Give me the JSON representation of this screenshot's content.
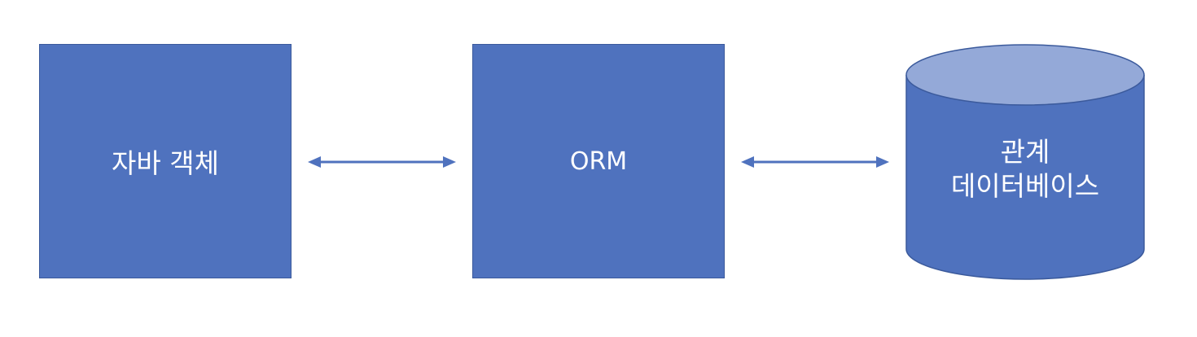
{
  "nodes": {
    "java_object": {
      "label": "자바 객체"
    },
    "orm": {
      "label": "ORM"
    },
    "database": {
      "line1": "관계",
      "line2": "데이터베이스"
    }
  },
  "edges": [
    {
      "from": "java_object",
      "to": "orm",
      "direction": "both"
    },
    {
      "from": "orm",
      "to": "database",
      "direction": "both"
    }
  ],
  "colors": {
    "box_fill": "#4f72be",
    "box_border": "#3b5a9c",
    "db_top": "#94a9d8",
    "arrow": "#4f72be",
    "text": "#ffffff"
  }
}
